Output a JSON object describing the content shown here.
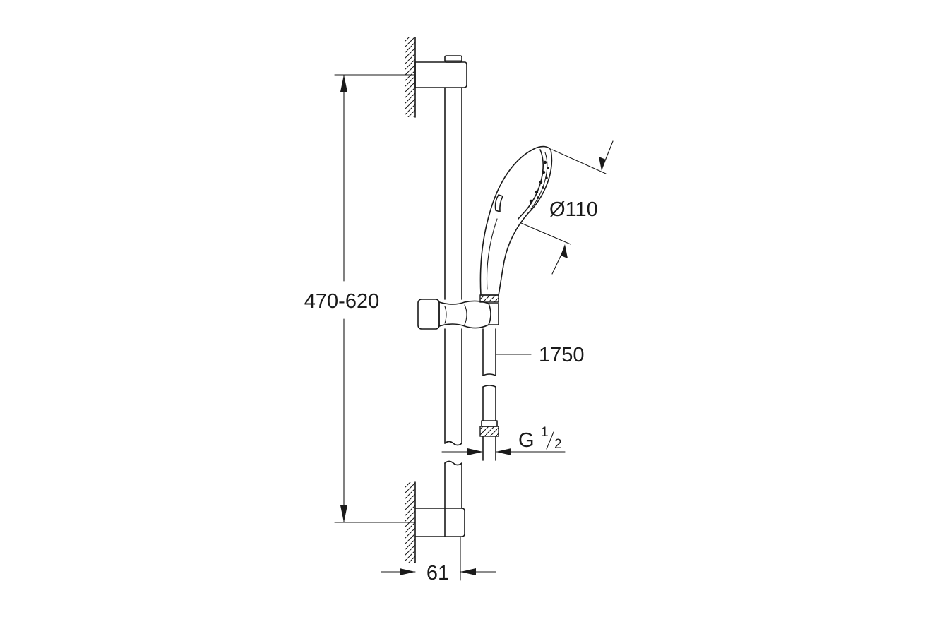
{
  "dimensions": {
    "rail_spacing": "470-620",
    "hand_shower_diameter": "Ø110",
    "hose_length": "1750",
    "thread": {
      "base": "G",
      "numerator": "1",
      "denominator": "2"
    },
    "wall_offset": "61"
  }
}
